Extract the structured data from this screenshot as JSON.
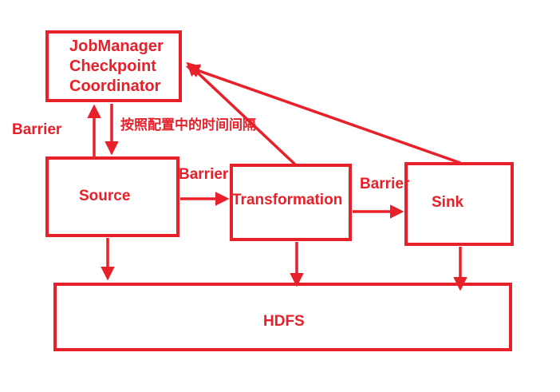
{
  "diagram": {
    "jobmanager": {
      "lines": [
        "JobManager",
        "Checkpoint",
        "Coordinator"
      ]
    },
    "source": {
      "label": "Source"
    },
    "transformation": {
      "label": "Transformation"
    },
    "sink": {
      "label": "Sink"
    },
    "hdfs": {
      "label": "HDFS"
    },
    "edge_labels": {
      "source_to_jm": "Barrier",
      "jm_to_source": "按照配置中的时间间隔",
      "source_to_transformation": "Barrier",
      "transformation_to_sink": "Barrier"
    },
    "colors": {
      "stroke": "#e8202a",
      "text": "#e8202a",
      "background": "#ffffff"
    }
  }
}
